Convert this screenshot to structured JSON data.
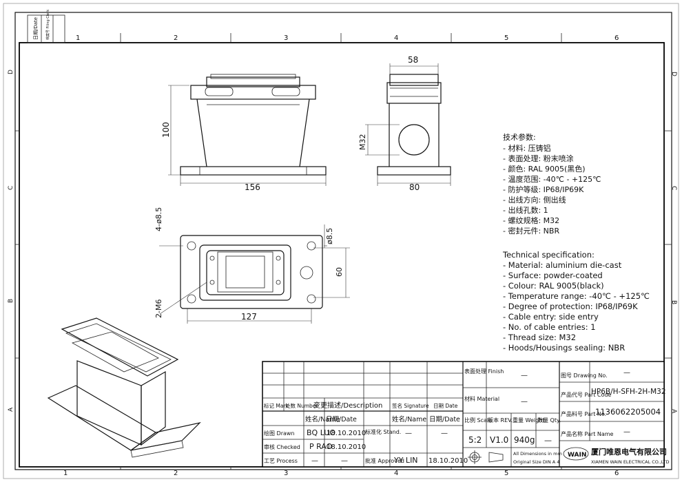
{
  "frame": {
    "date_label": "日期/Date",
    "filing_label": "档案号 Filing Clerk",
    "cols_top": [
      "1",
      "2",
      "3",
      "4",
      "5",
      "6"
    ],
    "cols_bottom": [
      "1",
      "2",
      "3",
      "4",
      "5",
      "6"
    ],
    "rows_left": [
      "D",
      "C",
      "B",
      "A"
    ],
    "rows_right": [
      "D",
      "C",
      "B",
      "A"
    ]
  },
  "dimensions": {
    "side_width": "58",
    "side_height": "100",
    "front_length": "156",
    "side_base": "80",
    "thread": "M32",
    "hole_4x": "4-ø8.5",
    "hole_single": "ø8.5",
    "plan_height": "60",
    "plan_length": "127",
    "tap": "2-M6"
  },
  "spec_cn": {
    "title": "技术参数:",
    "lines": [
      "- 材料: 压铸铝",
      "- 表面处理: 粉末喷涂",
      "- 颜色: RAL 9005(黑色)",
      "- 温度范围: -40℃ - +125℃",
      "- 防护等级: IP68/IP69K",
      "- 出线方向: 侧出线",
      "- 出线孔数: 1",
      "- 螺纹规格: M32",
      "- 密封元件: NBR"
    ]
  },
  "spec_en": {
    "title": "Technical specification:",
    "lines": [
      "- Material: aluminium die-cast",
      "- Surface: powder-coated",
      "- Colour: RAL 9005(black)",
      "- Temperature range: -40℃ - +125℃",
      "- Degree of protection: IP68/IP69K",
      "- Cable entry: side entry",
      "- No. of cable entries: 1",
      "- Thread size: M32",
      "- Hoods/Housings sealing: NBR"
    ]
  },
  "title_block": {
    "mark": "标记 Mark",
    "number": "处数 Number",
    "change_desc": "变更描述/Description",
    "signature": "签名 Signature",
    "date": "日期 Date",
    "name_hdr": "姓名/Name",
    "date_hdr": "日期/Date",
    "stand": "标准化 Stand.",
    "name_hdr2": "姓名/Name",
    "date_hdr2": "日期/Date",
    "drawn": "绘图 Drawn",
    "drawn_name": "BQ LUO",
    "drawn_date": "18.10.2010",
    "stand_name": "—",
    "stand_date": "—",
    "checked": "审核 Checked",
    "checked_name": "P RAO",
    "checked_date": "18.10.2010",
    "process": "工艺 Process",
    "process_name": "—",
    "process_date": "—",
    "approved": "批准 Approved",
    "approved_name": "YY LIN",
    "approved_date": "18.10.2010",
    "finish_label": "表面处理 Finish",
    "finish_value": "—",
    "material_label": "材料 Material",
    "material_value": "—",
    "scale_label": "比例 Scale",
    "scale_value": "5:2",
    "rev_label": "版本 REV.",
    "rev_value": "V1.0",
    "weight_label": "重量 Weight",
    "weight_value": "940g",
    "qty_label": "数量 Qty.",
    "qty_value": "—",
    "dims_note": "All Dimensions in mm",
    "size_note": "Original Size DIN A 4",
    "drawing_no_label": "图号 Drawing No.",
    "drawing_no_value": "—",
    "part_code_label": "产品代号 Part Code",
    "part_code_value": "HP6B/H-SFH-2H-M32",
    "part_no_label": "产品料号 Part No.",
    "part_no_value": "1136062205004",
    "part_name_label": "产品名称 Part Name",
    "part_name_value": "—",
    "logo": "WAIN",
    "company_cn": "厦门唯恩电气有限公司",
    "company_en": "XIAMEN WAIN ELECTRICAL CO.,LTD"
  }
}
